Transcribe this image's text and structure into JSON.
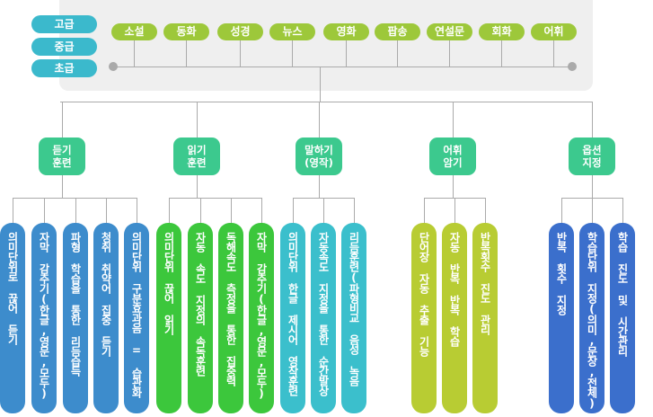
{
  "levels": [
    "고급",
    "중급",
    "초급"
  ],
  "categories": [
    "소설",
    "동화",
    "성경",
    "뉴스",
    "영화",
    "팝송",
    "연설문",
    "회화",
    "어휘"
  ],
  "groups": [
    {
      "label": "듣기\n훈련",
      "color": "#3d8ccc",
      "items": [
        "의미단위로 끊어 듣기",
        "자막 감추기(한글,영문,모두)",
        "파형 학습을 통한 리듬습득",
        "청취 취약어 집중 듣기",
        "의미단위 구분효과음 = 습관화"
      ]
    },
    {
      "label": "읽기\n훈련",
      "color": "#3cc73c",
      "items": [
        "의미단위 끊어 읽기",
        "자동 속도 지정의 속독훈련",
        "독해속도 측정을 통한 집중력",
        "자막 감추기(한글,영문,모두)"
      ]
    },
    {
      "label": "말하기\n(영작)",
      "color": "#3bbfcc",
      "items": [
        "의미단위 한글 제시어 영작훈련",
        "자동속도 지정을 통한 순간발상",
        "리듬훈련(파형비교 음성 녹음"
      ]
    },
    {
      "label": "어휘\n암기",
      "color": "#b8cc33",
      "items": [
        "단어장 자동 추출 기능",
        "자동 반복 반복 학습",
        "반복횟수 진도 관리"
      ]
    },
    {
      "label": "옵션\n지정",
      "color": "#3b6fcc",
      "items": [
        "반복 횟수 지정",
        "학습단위 지정(의미,문장,전체)",
        "학습 진도 및 시간관리"
      ]
    }
  ],
  "colors": {
    "level": "#3bb9cc",
    "category": "#9dc83a",
    "group": "#3cc98e",
    "line": "#aaaaaa",
    "panel": "#efefef"
  }
}
